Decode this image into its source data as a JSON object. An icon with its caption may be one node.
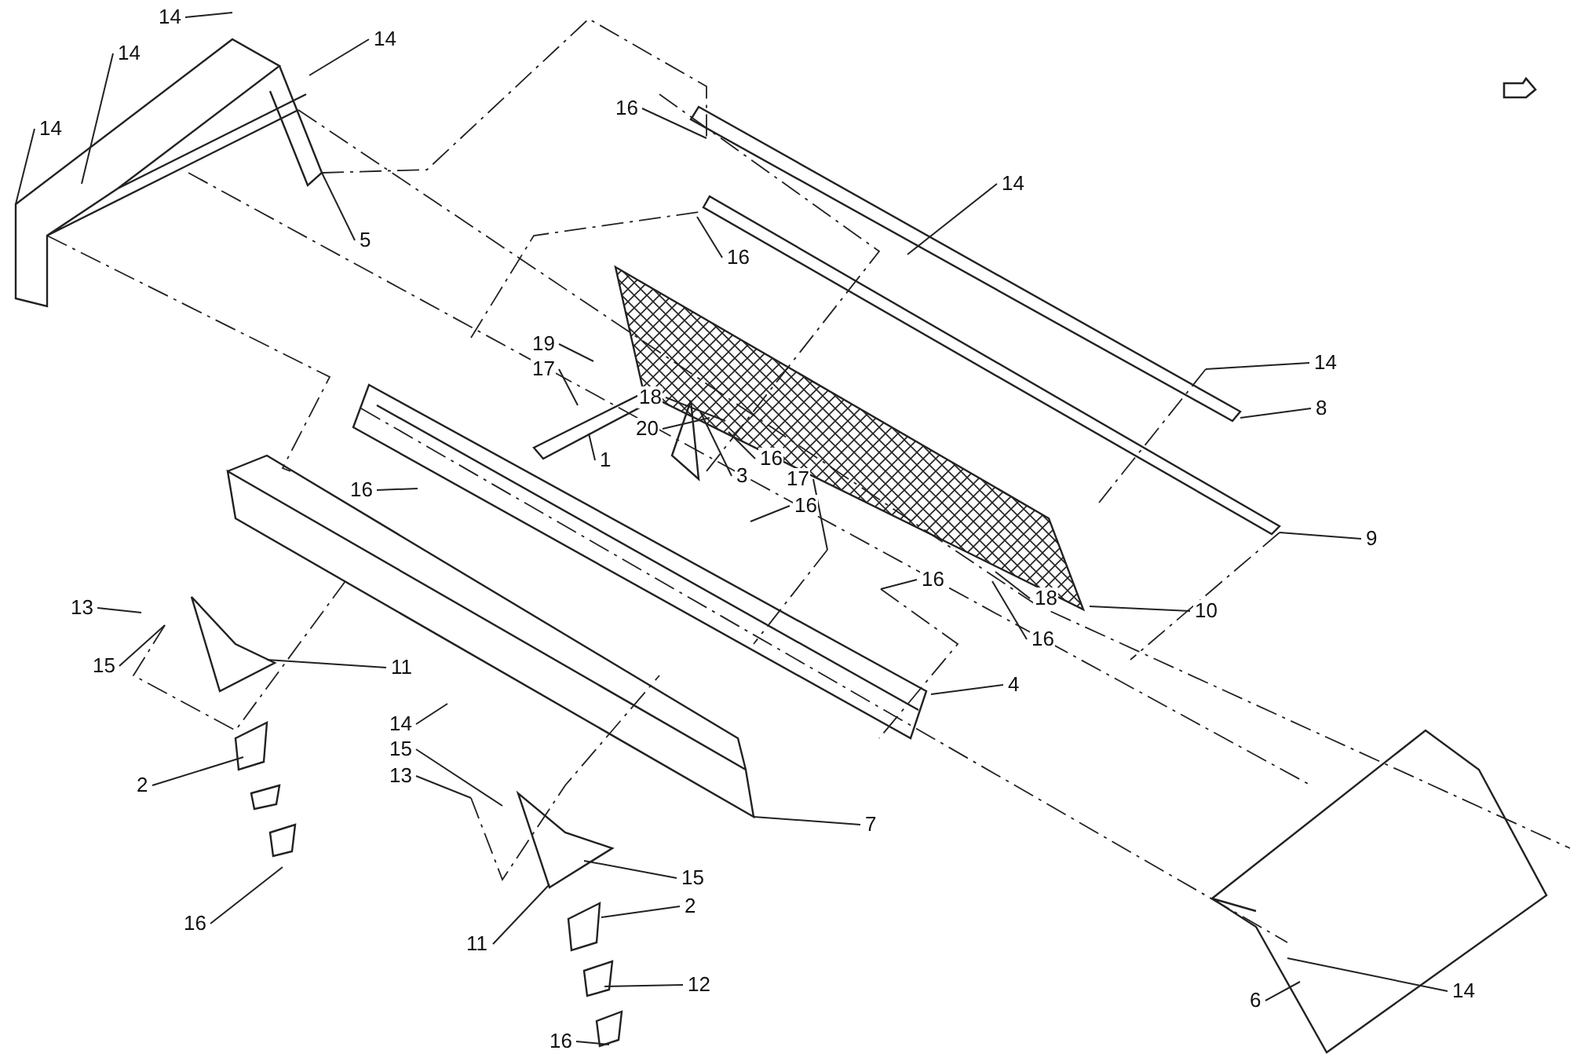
{
  "diagram": {
    "nodes": [
      {
        "text": [
          "14"
        ]
      },
      {
        "text": [
          "14"
        ]
      },
      {
        "text": [
          "14"
        ]
      },
      {
        "text": [
          "14"
        ]
      },
      {
        "text": [
          "16"
        ]
      },
      {
        "text": [
          "14"
        ]
      },
      {
        "text": [
          "5"
        ]
      },
      {
        "text": [
          "16"
        ]
      },
      {
        "text": [
          "19"
        ]
      },
      {
        "text": [
          "17"
        ]
      },
      {
        "text": [
          "14"
        ]
      },
      {
        "text": [
          "18"
        ]
      },
      {
        "text": [
          "8"
        ]
      },
      {
        "text": [
          "20"
        ]
      },
      {
        "text": [
          "1"
        ]
      },
      {
        "text": [
          "16"
        ]
      },
      {
        "text": [
          "3"
        ]
      },
      {
        "text": [
          "17"
        ]
      },
      {
        "text": [
          "16"
        ]
      },
      {
        "text": [
          "16"
        ]
      },
      {
        "text": [
          "9"
        ]
      },
      {
        "text": [
          "16"
        ]
      },
      {
        "text": [
          "18"
        ]
      },
      {
        "text": [
          "10"
        ]
      },
      {
        "text": [
          "13"
        ]
      },
      {
        "text": [
          "16"
        ]
      },
      {
        "text": [
          "15"
        ]
      },
      {
        "text": [
          "11"
        ]
      },
      {
        "text": [
          "4"
        ]
      },
      {
        "text": [
          "14"
        ]
      },
      {
        "text": [
          "15"
        ]
      },
      {
        "text": [
          "13"
        ]
      },
      {
        "text": [
          "2"
        ]
      },
      {
        "text": [
          "7"
        ]
      },
      {
        "text": [
          "15"
        ]
      },
      {
        "text": [
          "2"
        ]
      },
      {
        "text": [
          "16"
        ]
      },
      {
        "text": [
          "11"
        ]
      },
      {
        "text": [
          "14"
        ]
      },
      {
        "text": [
          "12"
        ]
      },
      {
        "text": [
          "6"
        ]
      },
      {
        "text": [
          "16"
        ]
      }
    ],
    "edges": [
      {
        "from": 0,
        "to": null,
        "arrow": "none"
      },
      {
        "from": 1,
        "to": null,
        "arrow": "none"
      },
      {
        "from": 2,
        "to": null,
        "arrow": "none"
      },
      {
        "from": 3,
        "to": null,
        "arrow": "none"
      },
      {
        "from": 4,
        "to": null,
        "arrow": "none"
      },
      {
        "from": 5,
        "to": null,
        "arrow": "none"
      },
      {
        "from": 6,
        "to": null,
        "arrow": "none"
      },
      {
        "from": 7,
        "to": null,
        "arrow": "none"
      },
      {
        "from": 8,
        "to": null,
        "arrow": "none"
      },
      {
        "from": 9,
        "to": null,
        "arrow": "none"
      },
      {
        "from": 10,
        "to": null,
        "arrow": "none"
      },
      {
        "from": 11,
        "to": null,
        "arrow": "none"
      },
      {
        "from": 12,
        "to": null,
        "arrow": "none"
      },
      {
        "from": 13,
        "to": null,
        "arrow": "none"
      },
      {
        "from": 14,
        "to": null,
        "arrow": "none"
      },
      {
        "from": 15,
        "to": null,
        "arrow": "none"
      },
      {
        "from": 16,
        "to": null,
        "arrow": "none"
      },
      {
        "from": 17,
        "to": null,
        "arrow": "none"
      },
      {
        "from": 18,
        "to": null,
        "arrow": "none"
      },
      {
        "from": 19,
        "to": null,
        "arrow": "none"
      },
      {
        "from": 20,
        "to": null,
        "arrow": "none"
      },
      {
        "from": 21,
        "to": null,
        "arrow": "none"
      },
      {
        "from": 22,
        "to": null,
        "arrow": "none"
      },
      {
        "from": 23,
        "to": null,
        "arrow": "none"
      },
      {
        "from": 24,
        "to": null,
        "arrow": "none"
      },
      {
        "from": 25,
        "to": null,
        "arrow": "none"
      },
      {
        "from": 26,
        "to": null,
        "arrow": "none"
      },
      {
        "from": 27,
        "to": null,
        "arrow": "none"
      },
      {
        "from": 28,
        "to": null,
        "arrow": "none"
      },
      {
        "from": 29,
        "to": null,
        "arrow": "none"
      },
      {
        "from": 30,
        "to": null,
        "arrow": "none"
      },
      {
        "from": 31,
        "to": null,
        "arrow": "none"
      },
      {
        "from": 32,
        "to": null,
        "arrow": "none"
      },
      {
        "from": 33,
        "to": null,
        "arrow": "none"
      },
      {
        "from": 34,
        "to": null,
        "arrow": "none"
      },
      {
        "from": 35,
        "to": null,
        "arrow": "none"
      },
      {
        "from": 36,
        "to": null,
        "arrow": "none"
      },
      {
        "from": 37,
        "to": null,
        "arrow": "none"
      },
      {
        "from": 38,
        "to": null,
        "arrow": "none"
      },
      {
        "from": 39,
        "to": null,
        "arrow": "none"
      },
      {
        "from": 40,
        "to": null,
        "arrow": "none"
      },
      {
        "from": 41,
        "to": null,
        "arrow": "none"
      }
    ]
  }
}
